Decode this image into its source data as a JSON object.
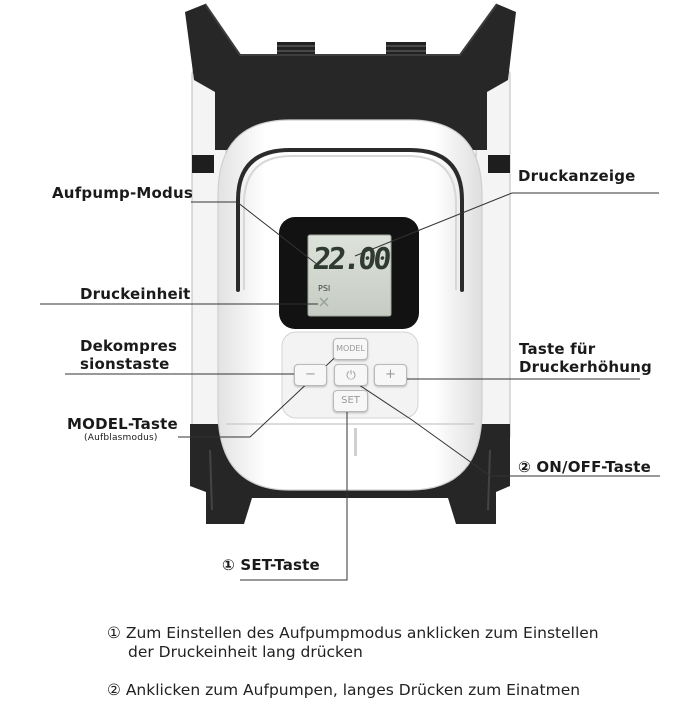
{
  "display": {
    "reading": "22.00",
    "unit": "PSI"
  },
  "buttons": {
    "model": "MODEL",
    "minus": "−",
    "power": "⏻",
    "plus": "+",
    "set": "SET"
  },
  "labels": {
    "aufpump_modus": "Aufpump-Modus",
    "druckeinheit": "Druckeinheit",
    "dekompres_line1": "Dekompres",
    "dekompres_line2": "sionstaste",
    "model_taste": "MODEL-Taste",
    "model_taste_sub": "(Aufblasmodus)",
    "druckanzeige": "Druckanzeige",
    "taste_line1": "Taste für",
    "taste_line2": "Druckerhöhung",
    "onoff": "② ON/OFF-Taste",
    "set_taste": "① SET-Taste"
  },
  "notes": {
    "note1_line1": "① Zum Einstellen des Aufpumpmodus anklicken zum Einstellen",
    "note1_line2": "der Druckeinheit lang drücken",
    "note2": "② Anklicken zum Aufpumpen, langes Drücken zum Einatmen"
  },
  "colors": {
    "housing": "#2a2a2a",
    "body": "#f2f2f2",
    "lcd": "#cfd4cd",
    "text": "#1a1a1a"
  }
}
